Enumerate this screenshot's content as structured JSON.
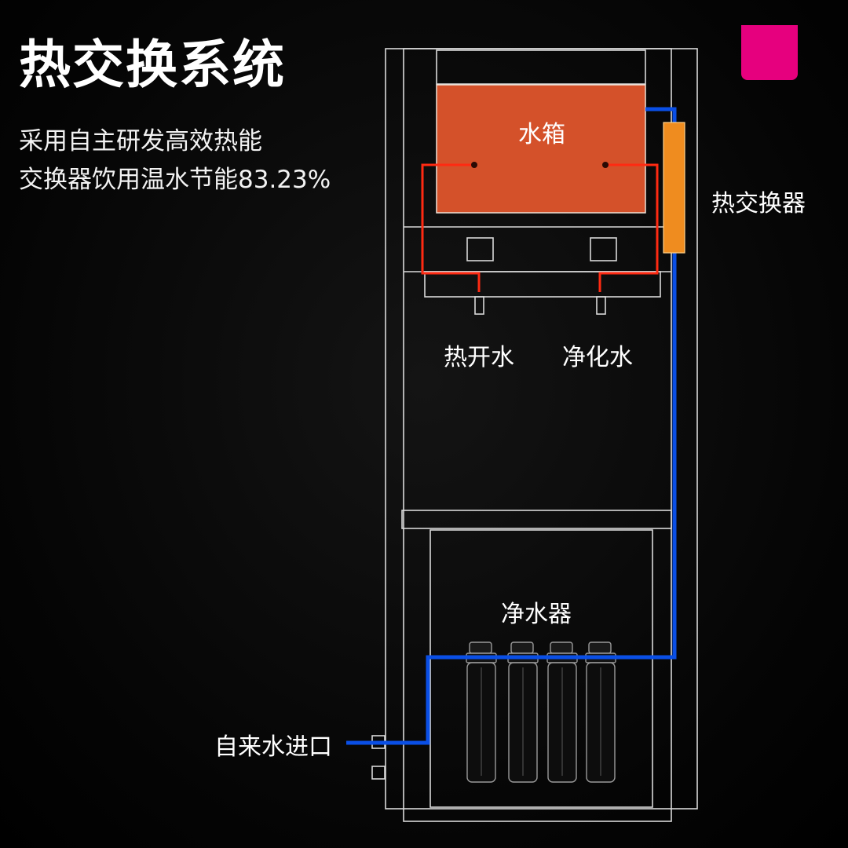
{
  "title": "热交换系统",
  "subtitle": [
    "采用自主研发高效热能",
    "交换器饮用温水节能83.23%"
  ],
  "labels": {
    "water_tank": "水箱",
    "heat_exchanger": "热交换器",
    "hot_water": "热开水",
    "purified_water": "净化水",
    "purifier": "净水器",
    "tap_inlet": "自来水进口"
  },
  "colors": {
    "accent": "#e6007e",
    "tank": "#d4512a",
    "exchanger": "#ef8c1f",
    "hot_pipe": "#ff2a12",
    "cold_pipe": "#0a4fe6"
  }
}
